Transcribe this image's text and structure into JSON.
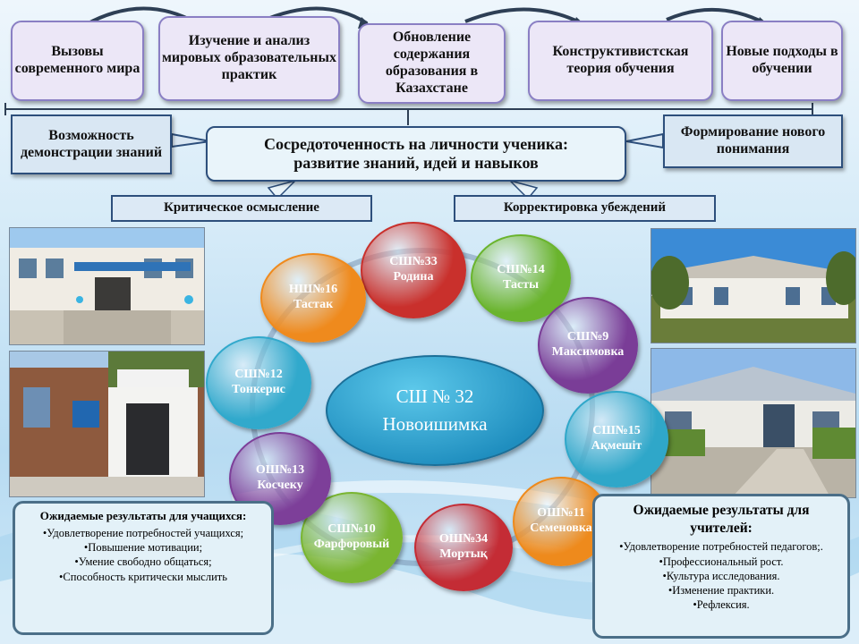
{
  "top_boxes": [
    "Вызовы современного мира",
    "Изучение и анализ мировых образовательных практик",
    "Обновление содержания образования в Казахстане",
    "Конструктивистская теория обучения",
    "Новые подходы в обучении"
  ],
  "left_box": "Возможность демонстрации знаний",
  "center_box": {
    "line1": "Сосредоточенность на личности ученика:",
    "line2": "развитие знаний, идей и навыков"
  },
  "right_box": "Формирование нового понимания",
  "tags": {
    "left": "Критическое осмысление",
    "right": "Корректировка убеждений"
  },
  "hub": {
    "line1": "СШ № 32",
    "line2": "Новоишимка"
  },
  "schools": [
    {
      "name": "СШ№33 Родина",
      "color": "#c9302c"
    },
    {
      "name": "СШ№14 Тасты",
      "color": "#6ab42d"
    },
    {
      "name": "СШ№9 Максимовка",
      "color": "#7a3d97"
    },
    {
      "name": "СШ№15 Ақмешіт",
      "color": "#2fa7c9"
    },
    {
      "name": "ОШ№11 Семеновка",
      "color": "#ee8a1c"
    },
    {
      "name": "ОШ№34 Мортық",
      "color": "#c42c35"
    },
    {
      "name": "СШ№10 Фарфоровый",
      "color": "#7ab531"
    },
    {
      "name": "ОШ№13 Косчеку",
      "color": "#7d3f99"
    },
    {
      "name": "СШ№12 Тонкерис",
      "color": "#31a9cc"
    },
    {
      "name": "НШ№16 Тастак",
      "color": "#ef8a1d"
    }
  ],
  "results_students": {
    "title": "Ожидаемые результаты для учащихся:",
    "items": [
      "•Удовлетворение потребностей учащихся;",
      "•Повышение мотивации;",
      "•Умение свободно общаться;",
      "•Способность критически мыслить"
    ]
  },
  "results_teachers": {
    "title": "Ожидаемые результаты для учителей:",
    "items": [
      "•Удовлетворение потребностей педагогов;.",
      "•Профессиональный рост.",
      "•Культура исследования.",
      "•Изменение практики.",
      "•Рефлексия."
    ]
  }
}
